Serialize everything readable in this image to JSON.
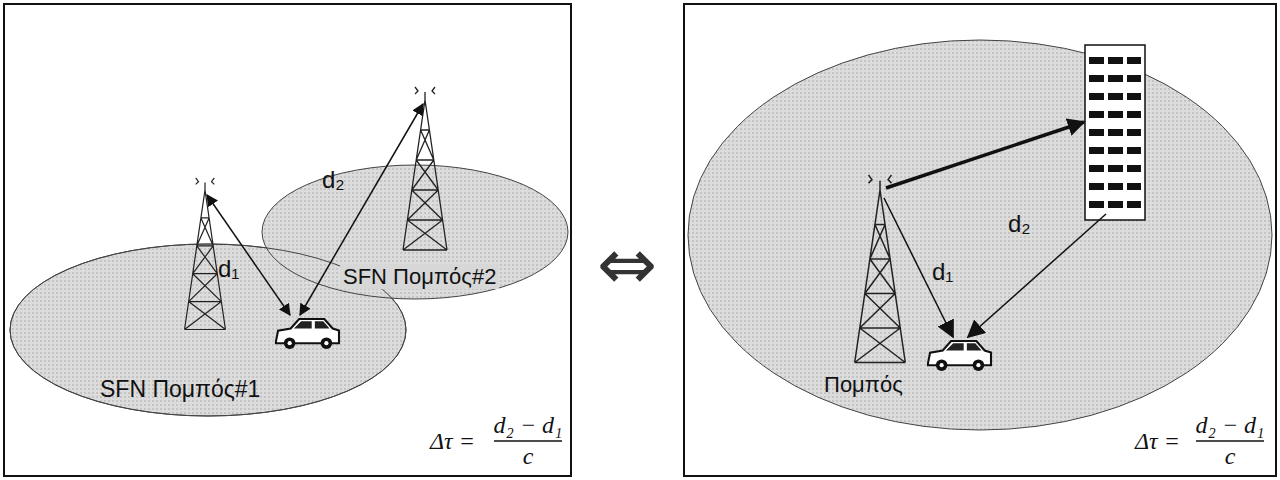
{
  "diagram": {
    "nodes": [
      {
        "text": [
          "d₂",
          "d₁",
          "SFN Πομπός#2",
          "SFN Πομπός#1",
          "Δτ =",
          "d₂ − d₁",
          "c"
        ]
      },
      {
        "text": [
          "d₂",
          "d₁",
          "Πομπός",
          "Δτ =",
          "d₂ − d₁",
          "c"
        ]
      }
    ],
    "labels": [
      "⇔"
    ]
  }
}
